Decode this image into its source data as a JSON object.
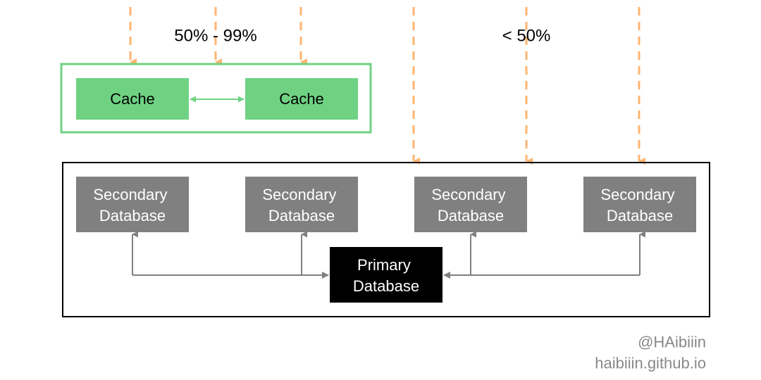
{
  "labels": {
    "cache_hit_ratio": "50% - 99%",
    "db_hit_ratio": "< 50%"
  },
  "cache_cluster": {
    "nodes": [
      {
        "label": "Cache"
      },
      {
        "label": "Cache"
      }
    ]
  },
  "database_cluster": {
    "secondary": [
      {
        "line1": "Secondary",
        "line2": "Database"
      },
      {
        "line1": "Secondary",
        "line2": "Database"
      },
      {
        "line1": "Secondary",
        "line2": "Database"
      },
      {
        "line1": "Secondary",
        "line2": "Database"
      }
    ],
    "primary": {
      "line1": "Primary",
      "line2": "Database"
    }
  },
  "credits": {
    "handle": "@HAibiiin",
    "site": "haibiiin.github.io"
  },
  "colors": {
    "request_arrow": "#FFB570",
    "cache_fill": "#6FD283",
    "cache_border": "#6FD283",
    "cache_link": "#6FD283",
    "secondary_fill": "#808080",
    "primary_fill": "#000000",
    "replication_line": "#808080",
    "cluster_border": "#000000",
    "credit_text": "#888888"
  }
}
